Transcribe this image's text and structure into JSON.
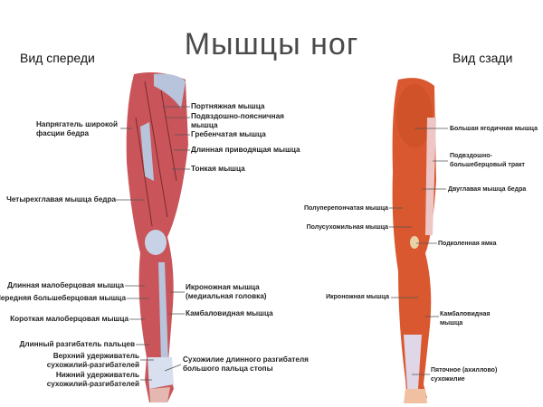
{
  "title": "Мышцы ног",
  "front": {
    "heading": "Вид спереди",
    "labels": [
      "Напрягатель широкой фасции бедра",
      "Четырехглавая мышца бедра",
      "Портняжная мышца",
      "Подвздошно-поясничная мышца",
      "Гребенчатая мышца",
      "Длинная приводящая мышца",
      "Тонкая мышца",
      "Длинная малоберцовая мышца",
      "Передняя большеберцовая мышца",
      "Короткая малоберцовая мышца",
      "Длинный разгибатель пальцев",
      "Верхний удерживатель сухожилий-разгибателей",
      "Нижний удерживатель сухожилий-разгибателей",
      "Икроножная мышца (медиальная головка)",
      "Камбаловидная мышца",
      "Сухожилие длинного разгибателя большого пальца стопы"
    ]
  },
  "back": {
    "heading": "Вид сзади",
    "labels": [
      "Большая ягодичная мышца",
      "Подвздошно-большеберцовый тракт",
      "Двуглавая мышца бедра",
      "Полуперепончатая мышца",
      "Полусухожильная мышца",
      "Подколенная ямка",
      "Икроножная мышца",
      "Камбаловидная мышца",
      "Пяточное (ахиллово) сухожилие"
    ]
  },
  "colors": {
    "front_muscle": "#c9555a",
    "tendon": "#b8c4dc",
    "back_muscle": "#d9582f"
  }
}
